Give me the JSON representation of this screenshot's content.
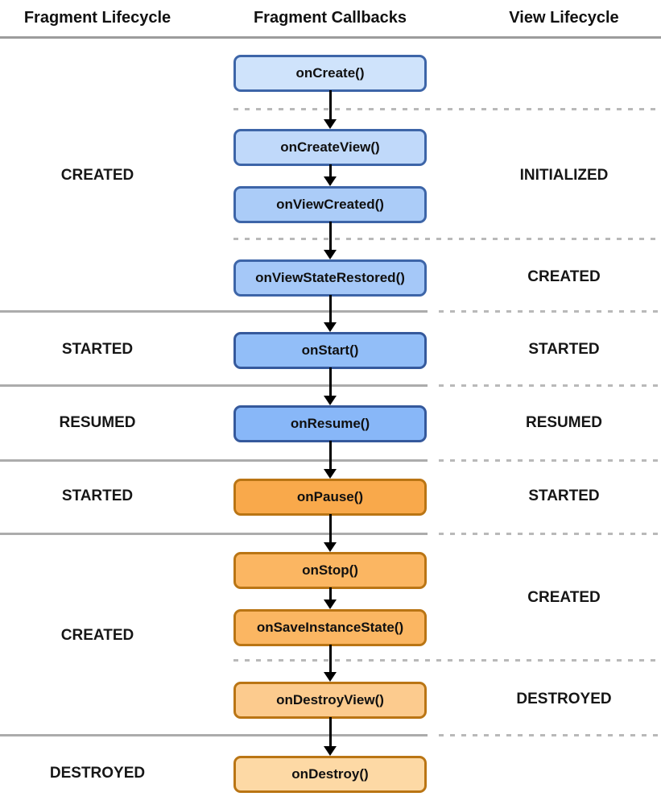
{
  "header": {
    "columns": [
      {
        "label": "Fragment Lifecycle"
      },
      {
        "label": "Fragment Callbacks"
      },
      {
        "label": "View Lifecycle"
      }
    ]
  },
  "callbacks": [
    {
      "label": "onCreate()",
      "fill": "#CFE3FB",
      "border": "#3D65A8"
    },
    {
      "label": "onCreateView()",
      "fill": "#C0D9FA",
      "border": "#3D65A8"
    },
    {
      "label": "onViewCreated()",
      "fill": "#ABCCF8",
      "border": "#3D65A8"
    },
    {
      "label": "onViewStateRestored()",
      "fill": "#A5C8F8",
      "border": "#3D65A8"
    },
    {
      "label": "onStart()",
      "fill": "#92BEF8",
      "border": "#35599C"
    },
    {
      "label": "onResume()",
      "fill": "#88B7F8",
      "border": "#35599C"
    },
    {
      "label": "onPause()",
      "fill": "#F9A94B",
      "border": "#BA7514"
    },
    {
      "label": "onStop()",
      "fill": "#FBB662",
      "border": "#BA7514"
    },
    {
      "label": "onSaveInstanceState()",
      "fill": "#FBB662",
      "border": "#BA7514"
    },
    {
      "label": "onDestroyView()",
      "fill": "#FCCB8E",
      "border": "#BA7514"
    },
    {
      "label": "onDestroy()",
      "fill": "#FDD9A5",
      "border": "#BA7514"
    }
  ],
  "fragment_states": [
    {
      "label": "CREATED"
    },
    {
      "label": "STARTED"
    },
    {
      "label": "RESUMED"
    },
    {
      "label": "STARTED"
    },
    {
      "label": "CREATED"
    },
    {
      "label": "DESTROYED"
    }
  ],
  "view_states": [
    {
      "label": "INITIALIZED"
    },
    {
      "label": "CREATED"
    },
    {
      "label": "STARTED"
    },
    {
      "label": "RESUMED"
    },
    {
      "label": "STARTED"
    },
    {
      "label": "CREATED"
    },
    {
      "label": "DESTROYED"
    }
  ],
  "colors": {
    "header_rule": "#9C9C9C",
    "separator_solid": "#ACACAC",
    "separator_dashed": "#B9B9B9",
    "arrow": "#000000",
    "text": "#111111",
    "background": "#FFFFFF"
  }
}
